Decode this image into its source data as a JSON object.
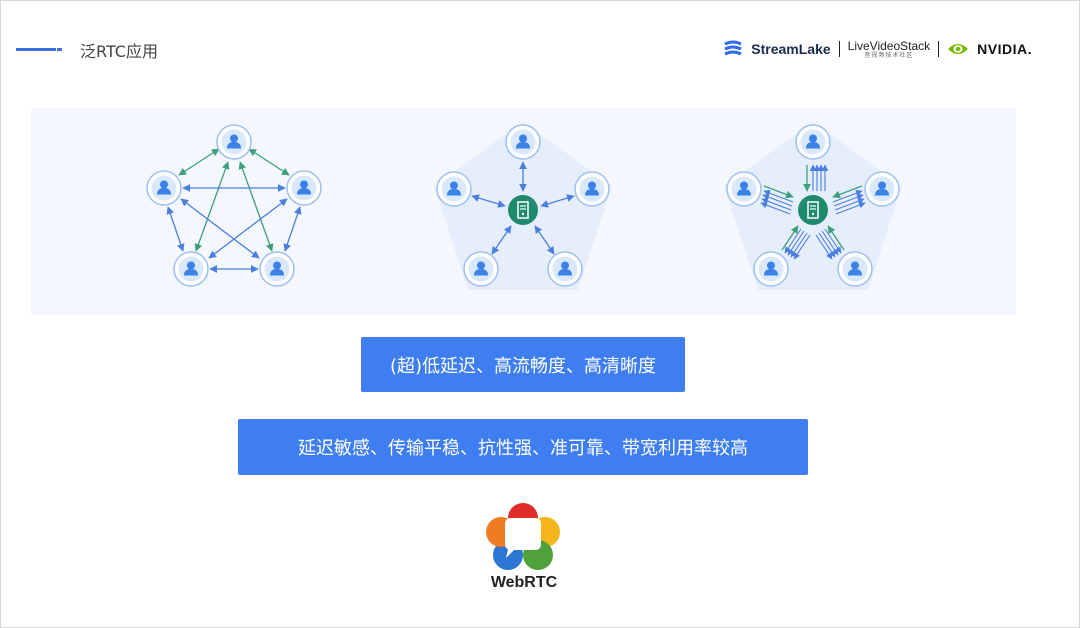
{
  "header": {
    "title": "泛RTC应用"
  },
  "logos": {
    "streamlake": "StreamLake",
    "livevideostack": "LiveVideoStack",
    "livevideostack_sub": "音视频技术社区",
    "nvidia": "NVIDIA."
  },
  "diagrams": [
    {
      "topology": "mesh",
      "nodes": 5,
      "hub": false
    },
    {
      "topology": "sfu",
      "nodes": 5,
      "hub": true
    },
    {
      "topology": "mcu",
      "nodes": 5,
      "hub": true
    }
  ],
  "colors": {
    "accent": "#3f7ef0",
    "user_circle": "#3b82e8",
    "server": "#1f8a6e",
    "arrow_blue": "#4a7fe0",
    "arrow_green": "#3ea07a",
    "panel_bg": "#f4f7fd"
  },
  "features": {
    "line1": "(超)低延迟、高流畅度、高清晰度",
    "line2": "延迟敏感、传输平稳、抗性强、准可靠、带宽利用率较高"
  },
  "webrtc": {
    "label": "WebRTC"
  }
}
